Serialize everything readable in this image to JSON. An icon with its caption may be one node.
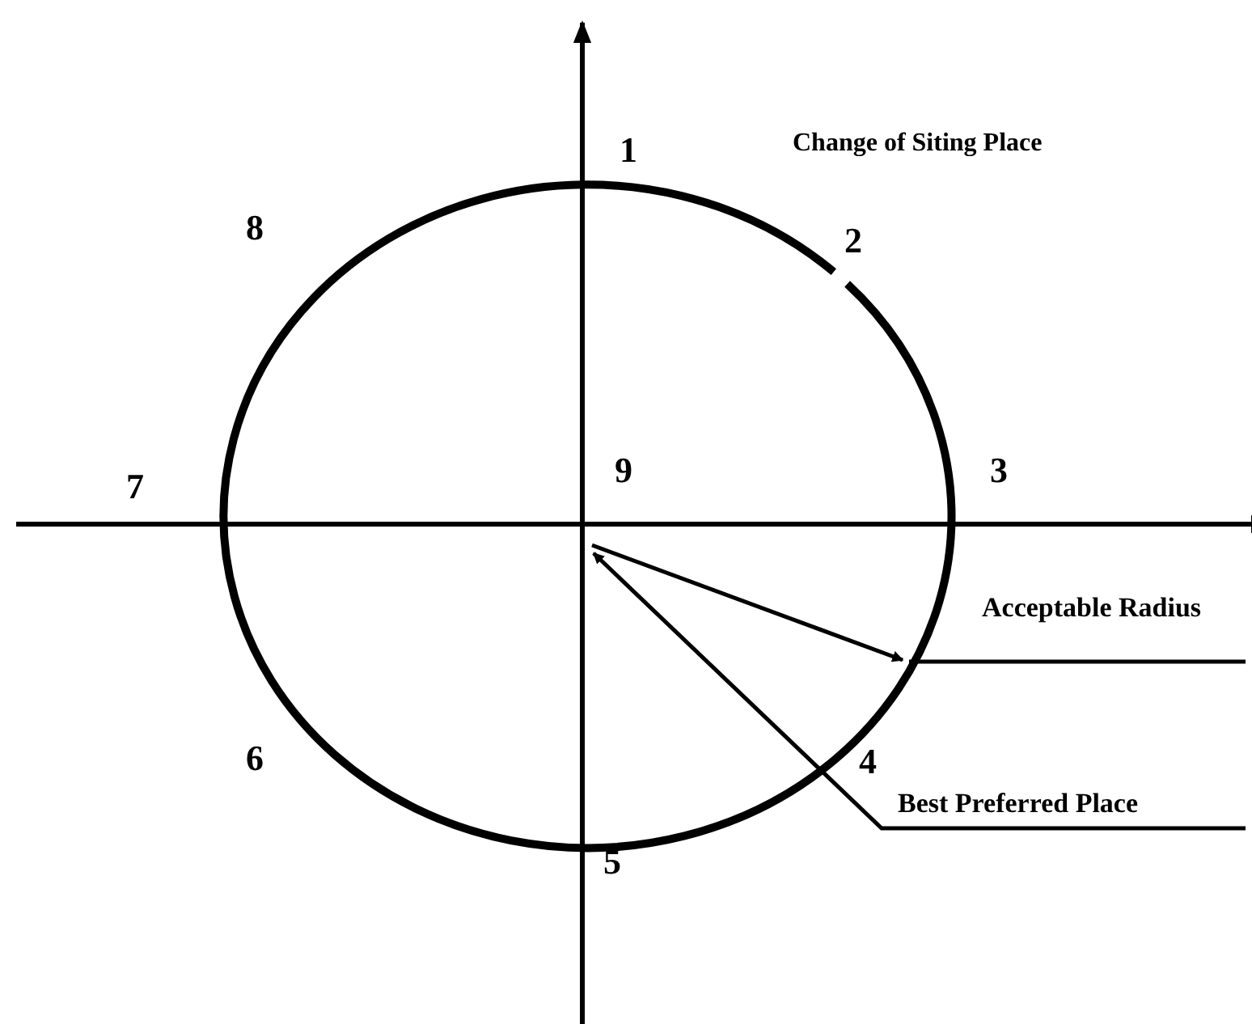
{
  "diagram": {
    "nodes": [
      {
        "text": [],
        "shape": "circle"
      },
      {
        "text": [
          "Acceptable Radius"
        ]
      },
      {
        "text": [
          "Best Preferred Place"
        ]
      }
    ],
    "edges": [
      {
        "from": 1,
        "to": 0,
        "arrow": "none"
      },
      {
        "from": 2,
        "to": 0,
        "arrow": "to"
      }
    ],
    "labels": [
      "1",
      "Change of Siting Place",
      "8",
      "2",
      "7",
      "9",
      "3",
      "6",
      "4",
      "5"
    ]
  }
}
